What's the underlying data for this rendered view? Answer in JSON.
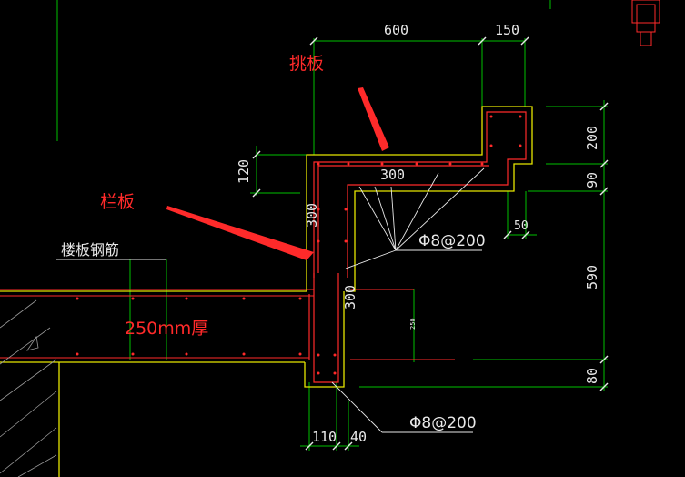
{
  "dimensions": {
    "top_600": "600",
    "top_150": "150",
    "left_120": "120",
    "right_200": "200",
    "right_90": "90",
    "right_590": "590",
    "right_80": "80",
    "small_50": "50",
    "bottom_110": "110",
    "bottom_40": "40",
    "inner_300_top": "300",
    "inner_300_left": "300",
    "inner_300_right": "300",
    "tiny_250": "250"
  },
  "labels": {
    "rebar_top": "Φ8@200",
    "rebar_bottom": "Φ8@200",
    "slab_rebar": "楼板钢筋"
  },
  "annotations": {
    "cantilever_slab": "挑板",
    "parapet": "栏板",
    "slab_thickness": "250mm厚"
  },
  "colors": {
    "background": "#000000",
    "concrete_outline": "#e6e600",
    "rebar": "#ff2a2a",
    "dimension": "#00c000",
    "leader": "#e8e8e8",
    "annotation": "#ff2a2a"
  }
}
